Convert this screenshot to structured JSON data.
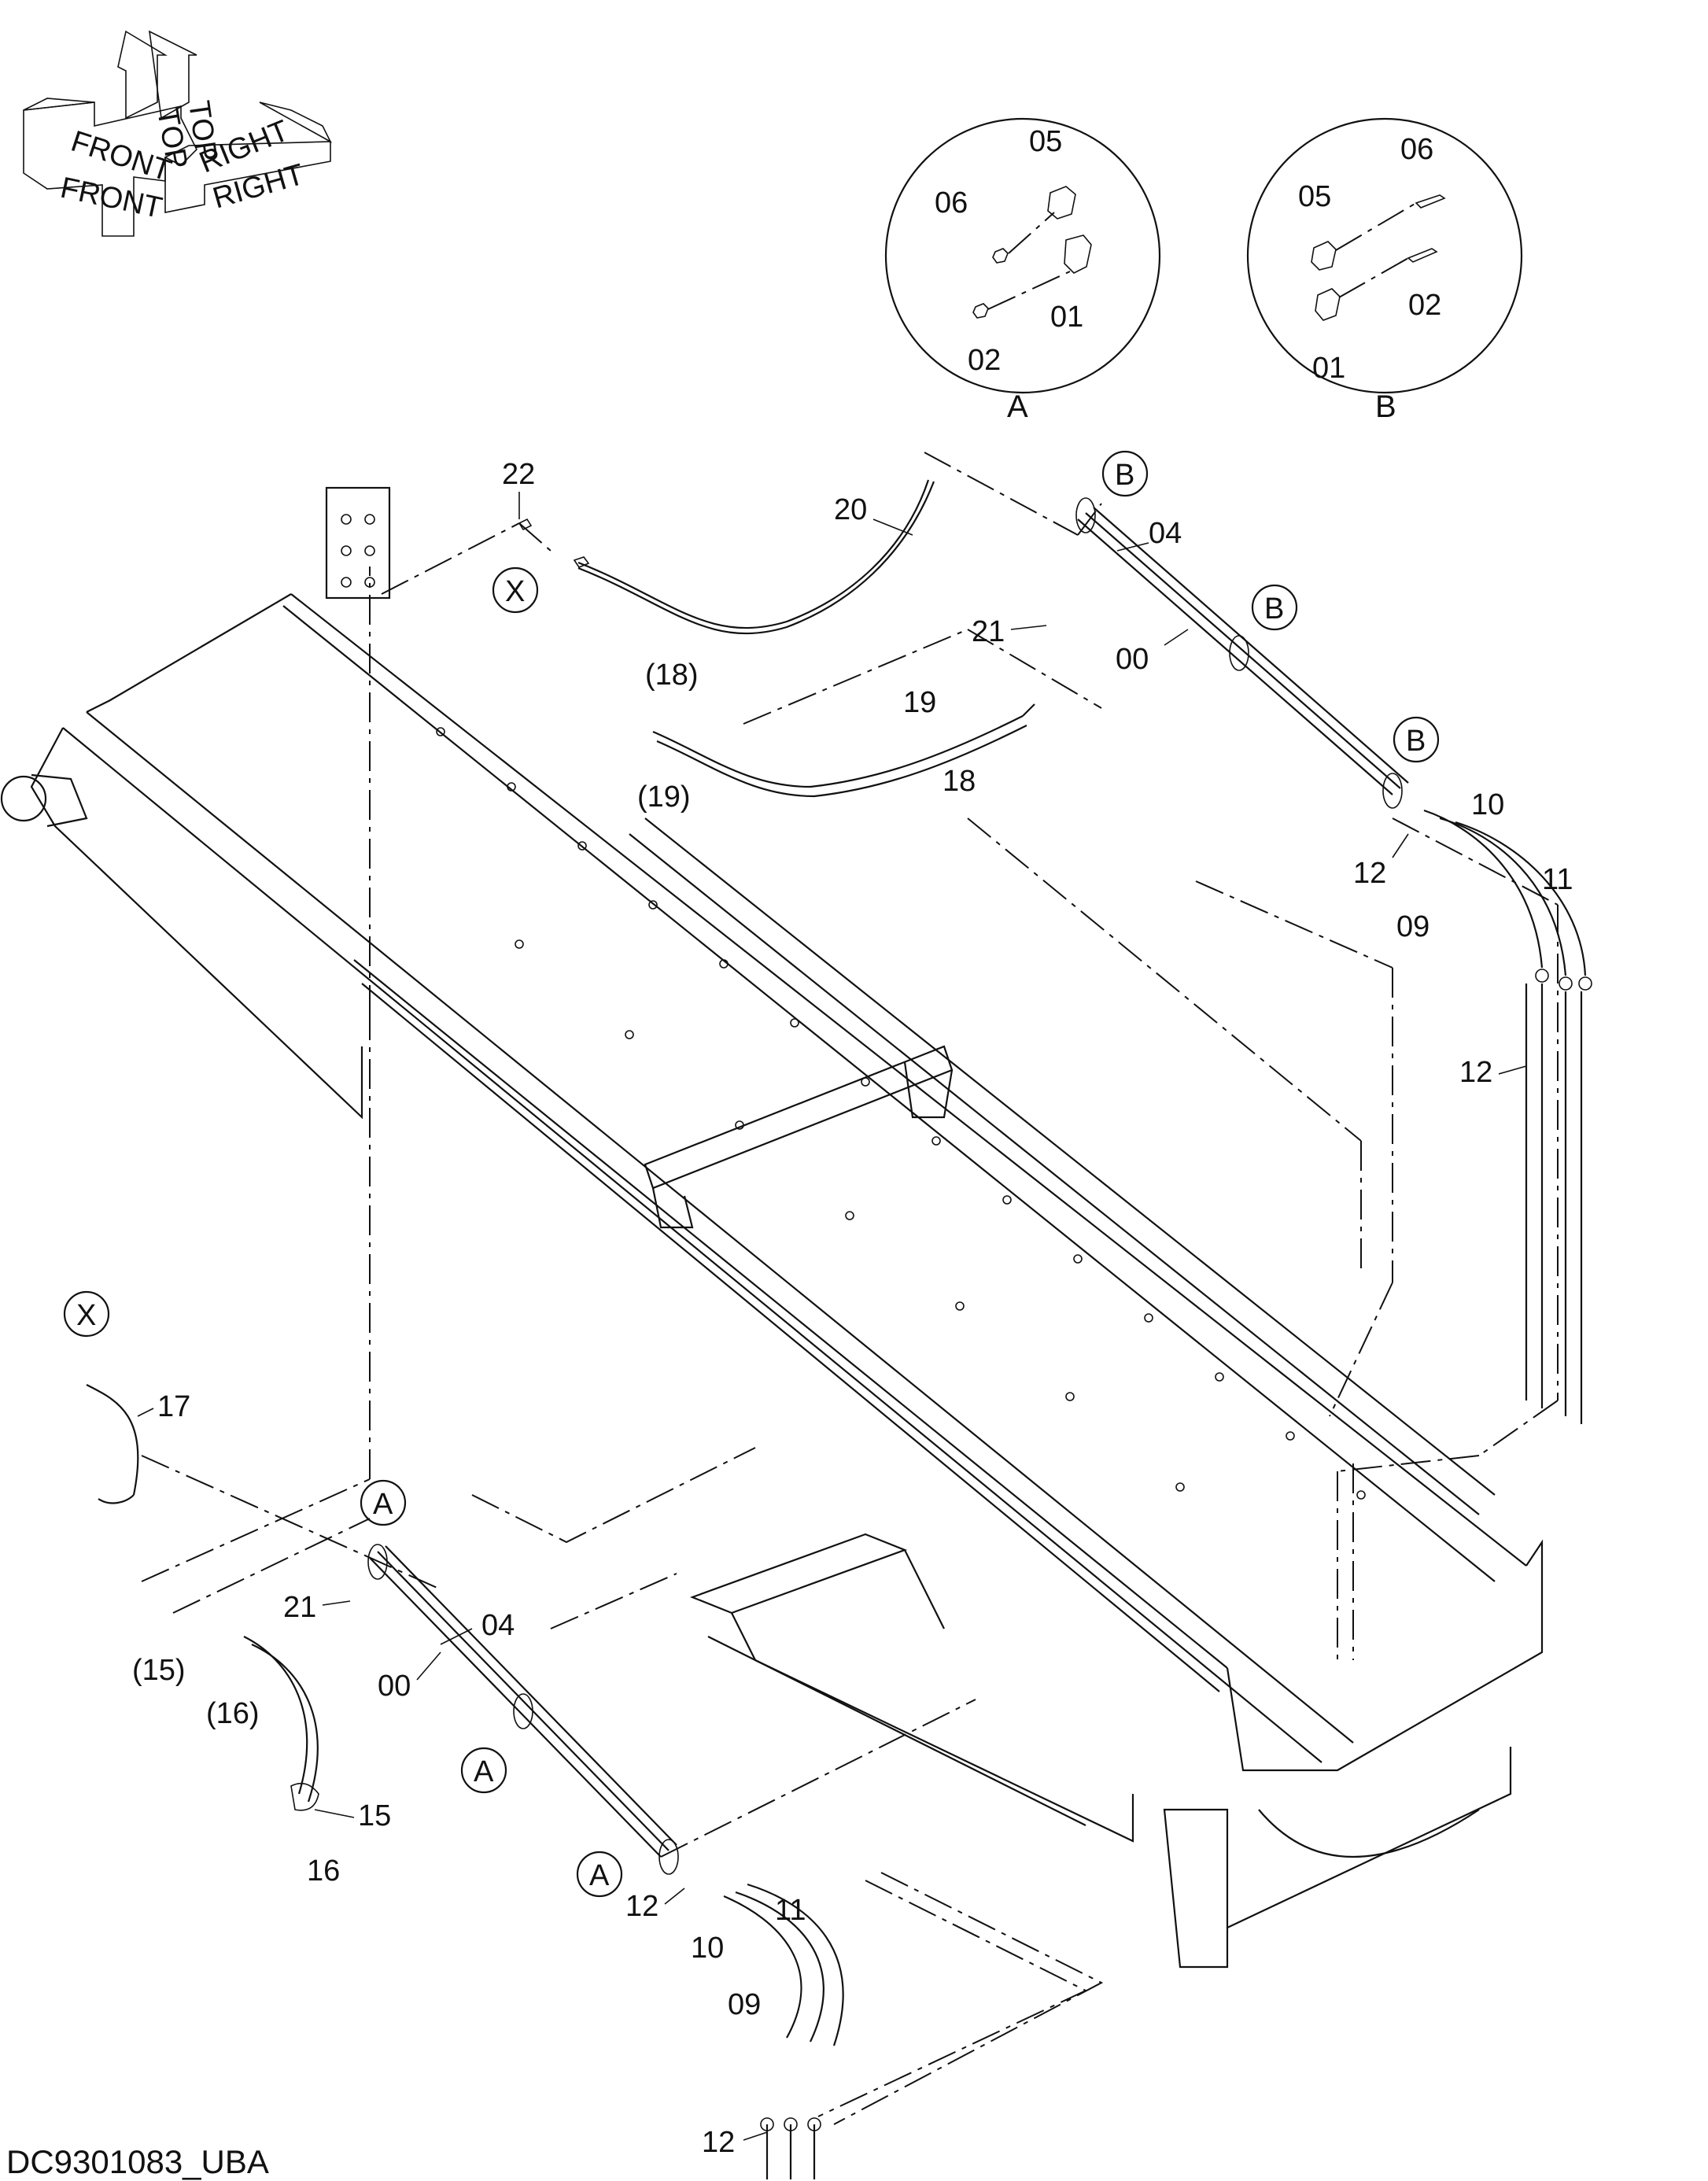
{
  "orientation": {
    "front": "FRONT",
    "front_shadow": "FRONT",
    "top": "TOP",
    "top_shadow": "TOP",
    "right": "RIGHT",
    "right_shadow": "RIGHT"
  },
  "detail_a": {
    "caption": "A",
    "labels": {
      "p05": "05",
      "p06": "06",
      "p01": "01",
      "p02": "02"
    }
  },
  "detail_b": {
    "caption": "B",
    "labels": {
      "p06": "06",
      "p05": "05",
      "p02": "02",
      "p01": "01"
    }
  },
  "markers": {
    "x": "X",
    "a": "A",
    "b": "B"
  },
  "callouts": {
    "c22": "22",
    "c20": "20",
    "c04_top": "04",
    "c00_top": "00",
    "c21_top": "21",
    "c18p": "(18)",
    "c19p": "(19)",
    "c19": "19",
    "c18": "18",
    "c10_top": "10",
    "c11_top": "11",
    "c12_top_a": "12",
    "c09_top": "09",
    "c12_top_b": "12",
    "c17": "17",
    "c21_bot": "21",
    "c04_bot": "04",
    "c00_bot": "00",
    "c15p": "(15)",
    "c16p": "(16)",
    "c15": "15",
    "c16": "16",
    "c12_bot_a": "12",
    "c11_bot": "11",
    "c10_bot": "10",
    "c09_bot": "09",
    "c12_bot_b": "12"
  },
  "drawing_number": "DC9301083_UBA"
}
